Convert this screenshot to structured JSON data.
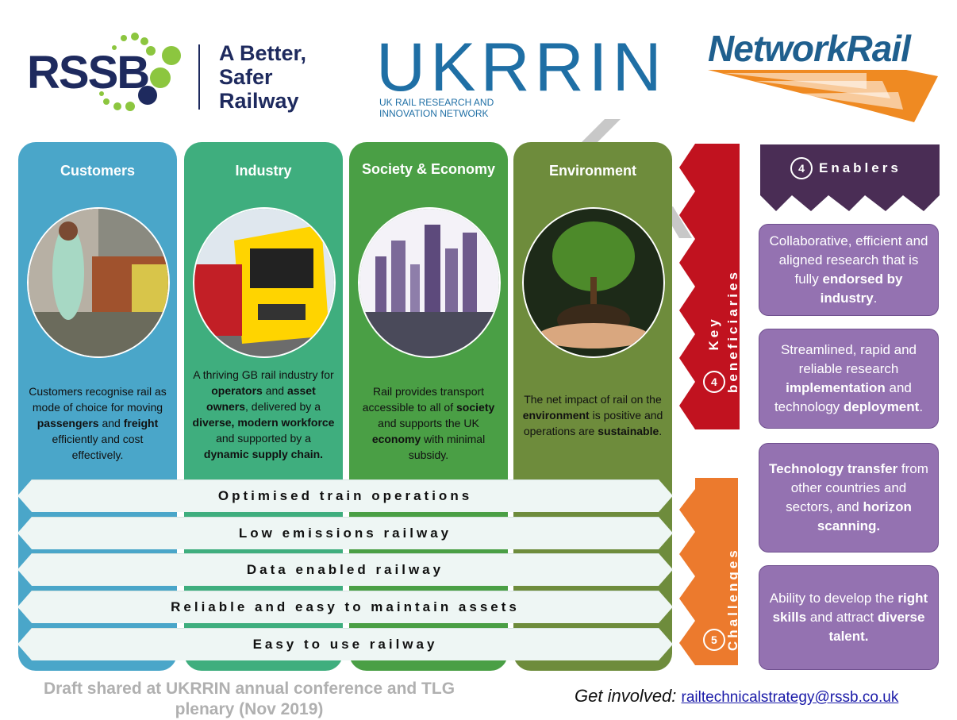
{
  "header": {
    "rssb_wordmark": "RSSB",
    "rssb_tagline": "A Better, Safer Railway",
    "ukrrin_wordmark": "UKRRIN",
    "ukrrin_subtitle": "UK RAIL RESEARCH AND INNOVATION NETWORK",
    "networkrail_wordmark": "NetworkRail"
  },
  "columns": [
    {
      "title": "Customers",
      "color": "#4aa6c9",
      "photo_icon": "passengers-and-freight-photo",
      "text_html": "Customers recognise rail as mode of choice for moving <b>passengers</b> and <b>freight</b> efficiently and cost effectively."
    },
    {
      "title": "Industry",
      "color": "#3fae7e",
      "photo_icon": "train-photo",
      "text_html": "A thriving GB rail industry for <b>operators</b> and <b>asset owners</b>, delivered by a <b>diverse, modern workforce</b> and supported by a <b>dynamic supply chain.</b>"
    },
    {
      "title": "Society & Economy",
      "color": "#4a9f45",
      "photo_icon": "city-crowd-photo",
      "text_html": "Rail provides transport accessible to all of <b>society</b> and supports the UK <b>economy</b> with minimal subsidy."
    },
    {
      "title": "Environment",
      "color": "#6e8c3c",
      "photo_icon": "tree-in-hands-photo",
      "text_html": "The net impact of rail on the <b>environment</b> is positive and operations are <b>sustainable</b>."
    }
  ],
  "challenges": [
    "Optimised train operations",
    "Low emissions railway",
    "Data enabled railway",
    "Reliable and easy to maintain assets",
    "Easy to use railway"
  ],
  "key_beneficiaries": {
    "number": "4",
    "label": "Key beneficiaries",
    "color": "#c1121f"
  },
  "challenges_panel": {
    "number": "5",
    "label": "Challenges",
    "color": "#ec7a2d"
  },
  "enablers": {
    "number": "4",
    "label": "Enablers",
    "header_color": "#4a2d55",
    "box_color": "#9472b1",
    "items_html": [
      "Collaborative, efficient and aligned research that is fully <b>endorsed by industry</b>.",
      "Streamlined, rapid and reliable research <b>implementation</b> and technology <b>deployment</b>.",
      "<b>Technology transfer</b> from other countries and sectors, and <b>horizon scanning.</b>",
      "Ability to develop the <b>right skills</b> and attract <b>diverse talent.</b>"
    ]
  },
  "footer": {
    "draft_note": "Draft shared at UKRRIN annual conference and TLG plenary (Nov 2019)",
    "get_involved": "Get involved:",
    "email": "railtechnicalstrategy@rssb.co.uk"
  }
}
